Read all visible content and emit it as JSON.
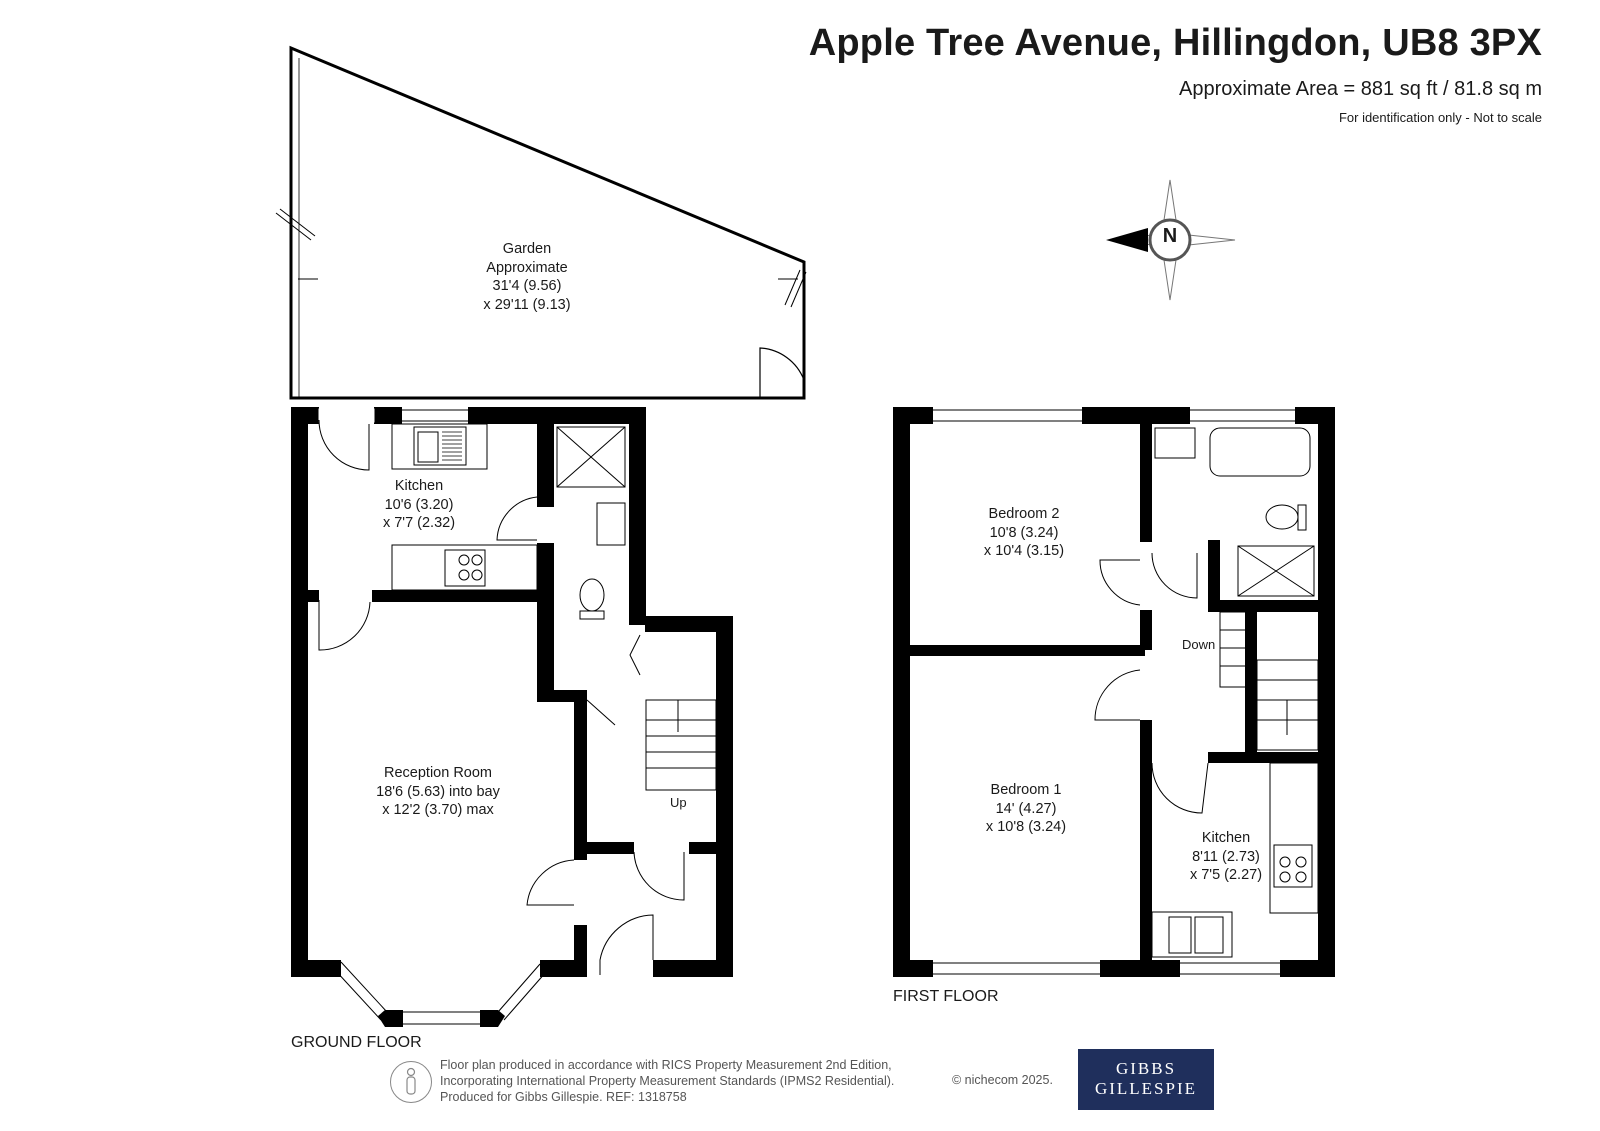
{
  "header": {
    "title": "Apple Tree Avenue, Hillingdon, UB8 3PX",
    "area": "Approximate Area = 881 sq ft / 81.8 sq m",
    "note": "For identification only - Not to scale"
  },
  "compass": {
    "label": "N",
    "icon": "compass-icon"
  },
  "ground_floor": {
    "label": "GROUND FLOOR",
    "stairs_label": "Up",
    "rooms": {
      "garden": {
        "name": "Garden",
        "line2": "Approximate",
        "dim1": "31'4 (9.56)",
        "dim2": "x 29'11 (9.13)"
      },
      "kitchen": {
        "name": "Kitchen",
        "dim1": "10'6 (3.20)",
        "dim2": "x 7'7 (2.32)"
      },
      "reception": {
        "name": "Reception Room",
        "dim1": "18'6 (5.63) into bay",
        "dim2": "x 12'2 (3.70) max"
      }
    }
  },
  "first_floor": {
    "label": "FIRST FLOOR",
    "stairs_label": "Down",
    "rooms": {
      "bedroom2": {
        "name": "Bedroom 2",
        "dim1": "10'8 (3.24)",
        "dim2": "x 10'4 (3.15)"
      },
      "bedroom1": {
        "name": "Bedroom 1",
        "dim1": "14' (4.27)",
        "dim2": "x 10'8 (3.24)"
      },
      "kitchen": {
        "name": "Kitchen",
        "dim1": "8'11 (2.73)",
        "dim2": "x 7'5 (2.27)"
      }
    }
  },
  "footer": {
    "line1": "Floor plan produced in accordance with RICS Property Measurement 2nd Edition,",
    "line2": "Incorporating International Property Measurement Standards (IPMS2 Residential).",
    "line3": "Produced for Gibbs Gillespie.   REF:  1318758",
    "copyright": "© nichecom 2025.",
    "logo_line1": "GIBBS",
    "logo_line2": "GILLESPIE"
  }
}
